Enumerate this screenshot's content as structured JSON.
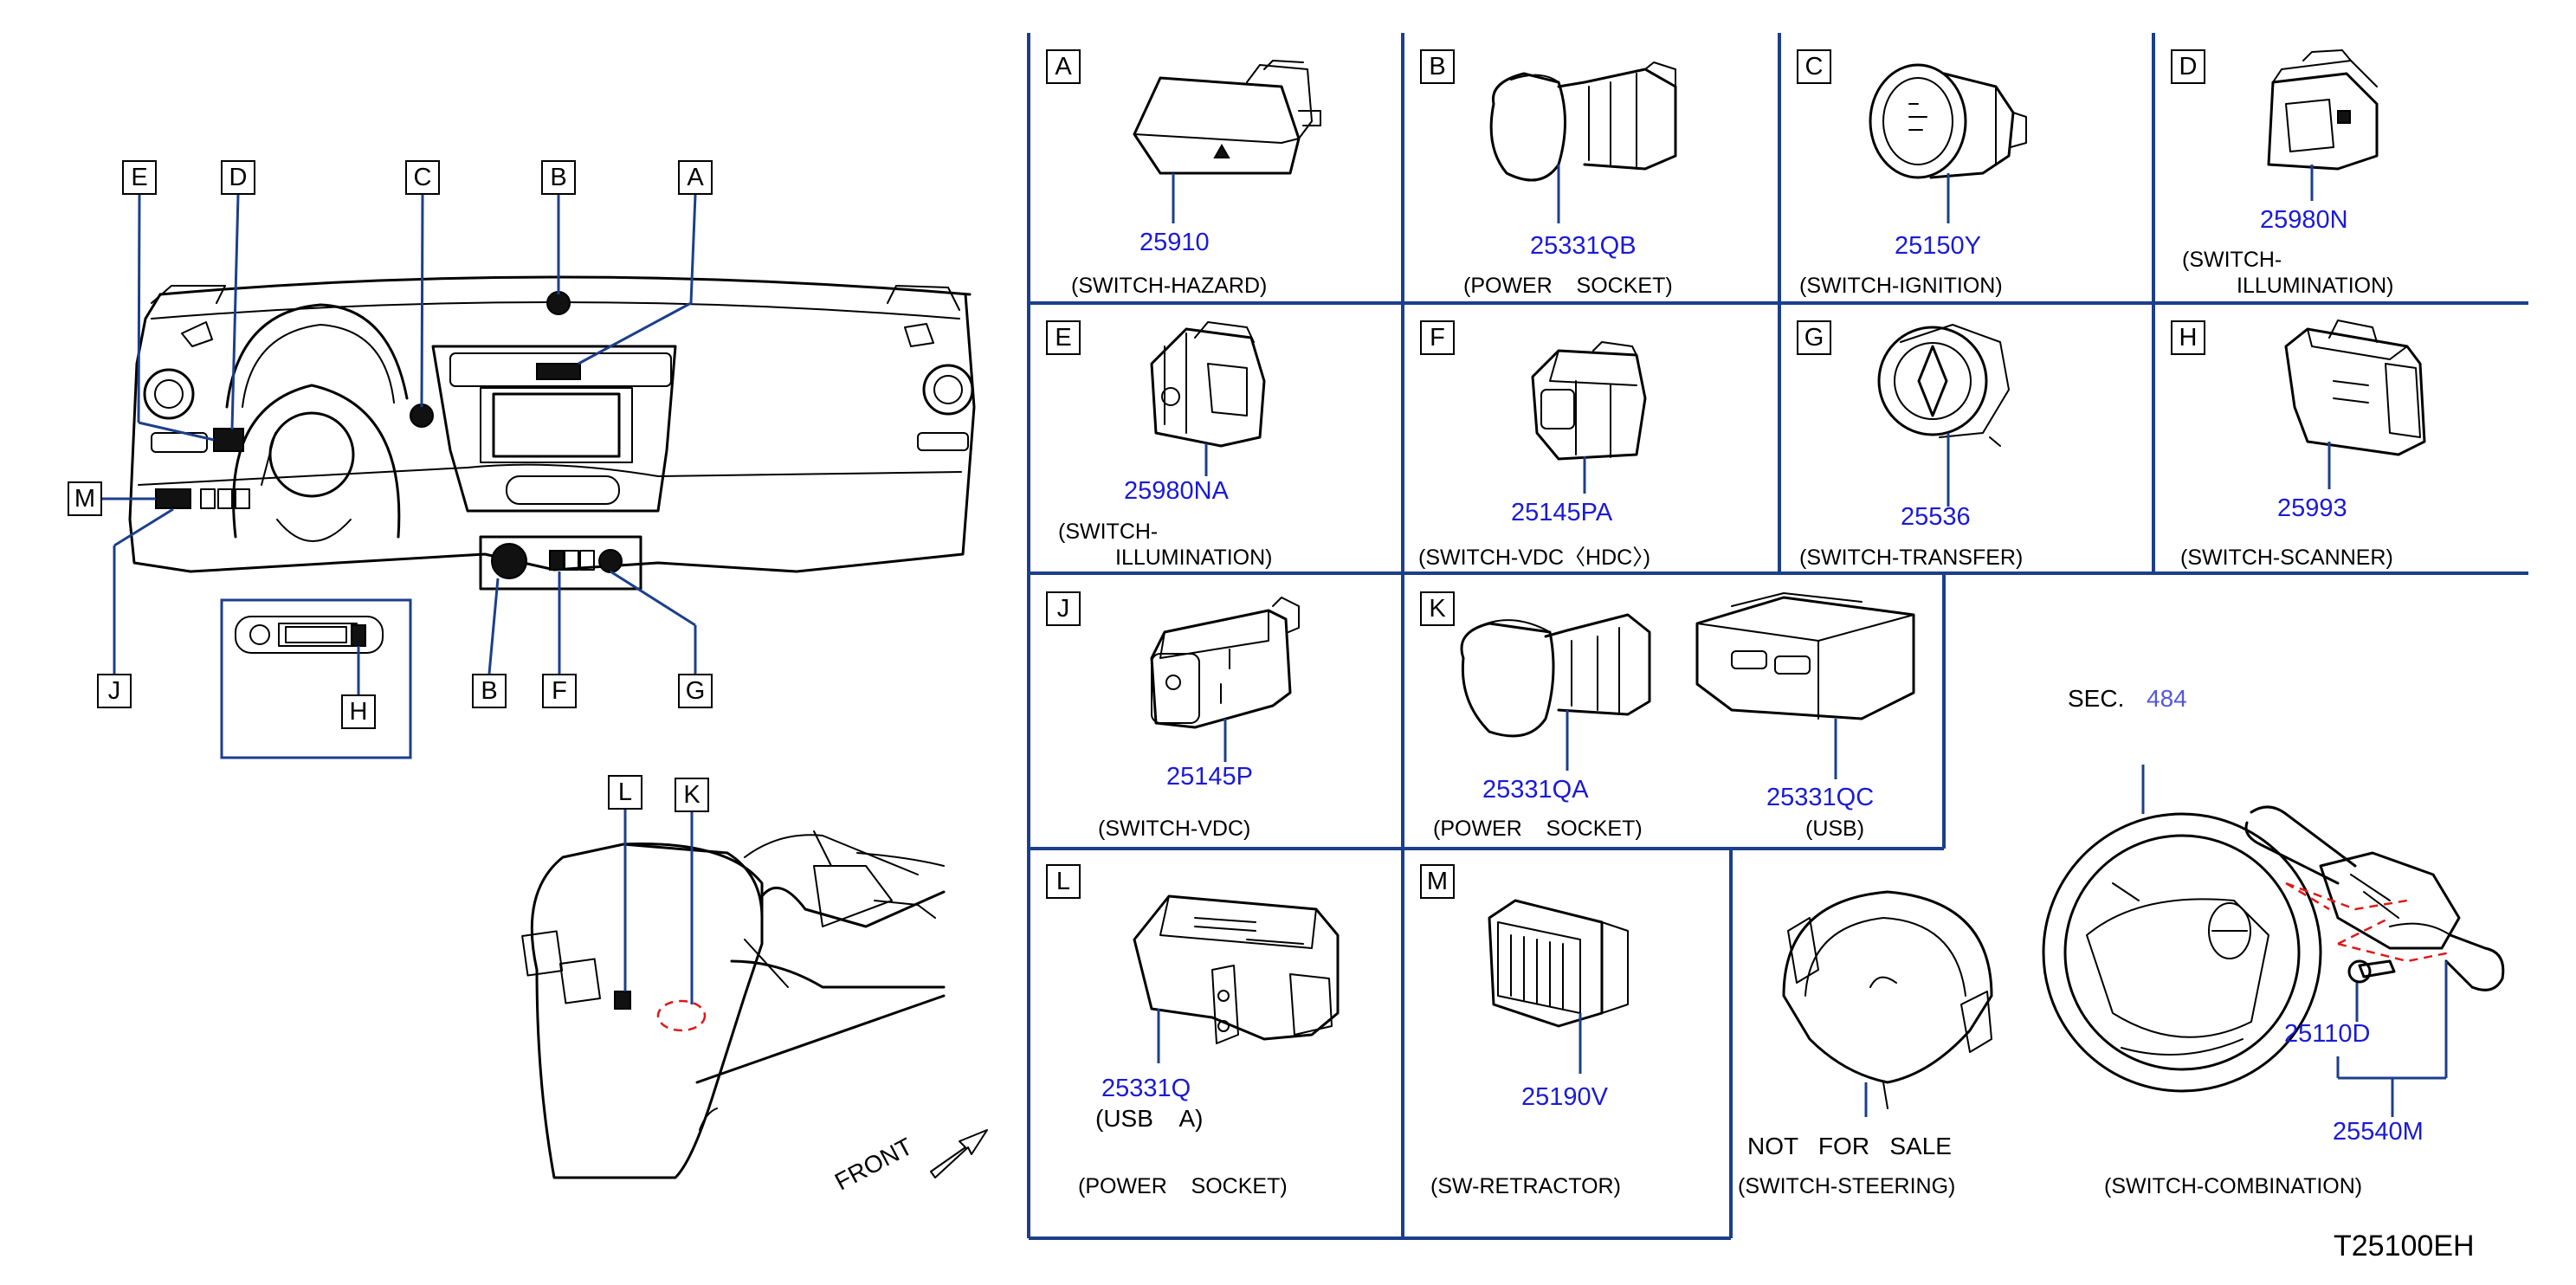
{
  "diagram_code": "T25100EH",
  "sec": {
    "prefix": "SEC.",
    "number": "484"
  },
  "front_label": "FRONT",
  "not_for_sale": "NOT   FOR   SALE",
  "locators": {
    "E": "E",
    "D": "D",
    "C": "C",
    "B": "B",
    "A": "A",
    "M": "M",
    "J": "J",
    "H": "H",
    "B2": "B",
    "F": "F",
    "G": "G",
    "L": "L",
    "K": "K"
  },
  "cells": {
    "A": {
      "letter": "A",
      "part": "25910",
      "desc": "(SWITCH-HAZARD)"
    },
    "B": {
      "letter": "B",
      "part": "25331QB",
      "desc": "(POWER    SOCKET)"
    },
    "C": {
      "letter": "C",
      "part": "25150Y",
      "desc": "(SWITCH-IGNITION)"
    },
    "D": {
      "letter": "D",
      "part": "25980N",
      "desc1": "(SWITCH-",
      "desc2": "ILLUMINATION)"
    },
    "E": {
      "letter": "E",
      "part": "25980NA",
      "desc1": "(SWITCH-",
      "desc2": "ILLUMINATION)"
    },
    "F": {
      "letter": "F",
      "part": "25145PA",
      "desc": "(SWITCH-VDC〈HDC〉)"
    },
    "G": {
      "letter": "G",
      "part": "25536",
      "desc": "(SWITCH-TRANSFER)"
    },
    "H": {
      "letter": "H",
      "part": "25993",
      "desc": "(SWITCH-SCANNER)"
    },
    "J": {
      "letter": "J",
      "part": "25145P",
      "desc": "(SWITCH-VDC)"
    },
    "K": {
      "letter": "K",
      "part1": "25331QA",
      "desc1": "(POWER    SOCKET)",
      "part2": "25331QC",
      "desc2": "(USB)"
    },
    "L": {
      "letter": "L",
      "part": "25331Q",
      "sub": "(USB    A)",
      "desc": "(POWER    SOCKET)"
    },
    "M": {
      "letter": "M",
      "part": "25190V",
      "desc": "(SW-RETRACTOR)"
    }
  },
  "steering": {
    "desc": "(SWITCH-STEERING)"
  },
  "combination": {
    "part1": "25110D",
    "part2": "25540M",
    "desc": "(SWITCH-COMBINATION)"
  },
  "colors": {
    "grid": "#1c3f8c",
    "part_number": "#1a1ad6",
    "sec_number": "#5555dd",
    "cut_line": "#e01818"
  }
}
